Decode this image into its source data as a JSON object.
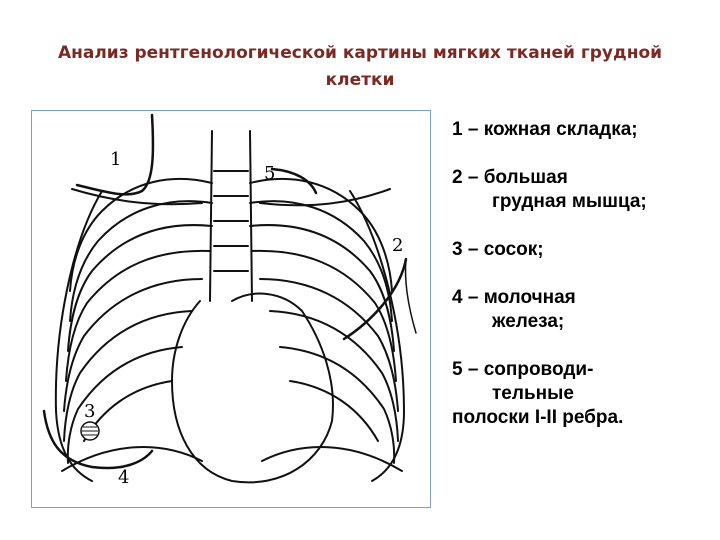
{
  "slide": {
    "title_line1": "Анализ рентгенологической картины мягких тканей грудной",
    "title_line2": "клетки",
    "title_color": "#7a2a23"
  },
  "figure": {
    "labels": [
      "1",
      "2",
      "3",
      "4",
      "5"
    ],
    "border_color": "#7ea0c4"
  },
  "legend": {
    "items": [
      {
        "lines": [
          "1 – кожная складка;"
        ]
      },
      {
        "lines": [
          "2 – большая",
          "грудная мышца;"
        ]
      },
      {
        "lines": [
          "3 – сосок;"
        ]
      },
      {
        "lines": [
          "4 – молочная",
          "железа;"
        ]
      },
      {
        "lines": [
          "5 – сопроводи-",
          "тельные",
          "полоски I-II ребра."
        ]
      }
    ]
  }
}
